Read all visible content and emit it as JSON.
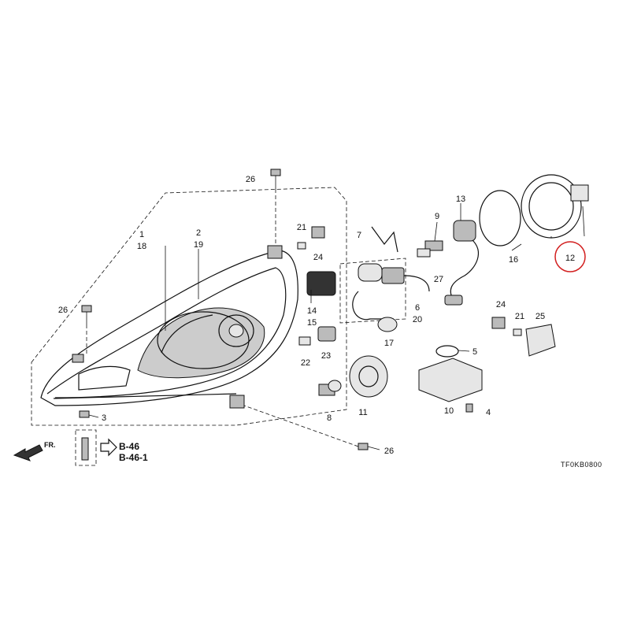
{
  "diagram": {
    "code": "TF0KB0800",
    "direction_label": "FR.",
    "refs": [
      "B-46",
      "B-46-1"
    ],
    "highlight_color": "#d21f1f",
    "callouts": {
      "c1": "1",
      "c18": "18",
      "c2": "2",
      "c19": "19",
      "c26a": "26",
      "c26b": "26",
      "c26c": "26",
      "c21a": "21",
      "c24a": "24",
      "c14": "14",
      "c15": "15",
      "c22": "22",
      "c23": "23",
      "c7": "7",
      "c9": "9",
      "c27": "27",
      "c13": "13",
      "c6": "6",
      "c20": "20",
      "c17": "17",
      "c16": "16",
      "c12": "12",
      "c24b": "24",
      "c21b": "21",
      "c25": "25",
      "c5": "5",
      "c10": "10",
      "c4": "4",
      "c11": "11",
      "c8": "8",
      "c3": "3"
    }
  }
}
